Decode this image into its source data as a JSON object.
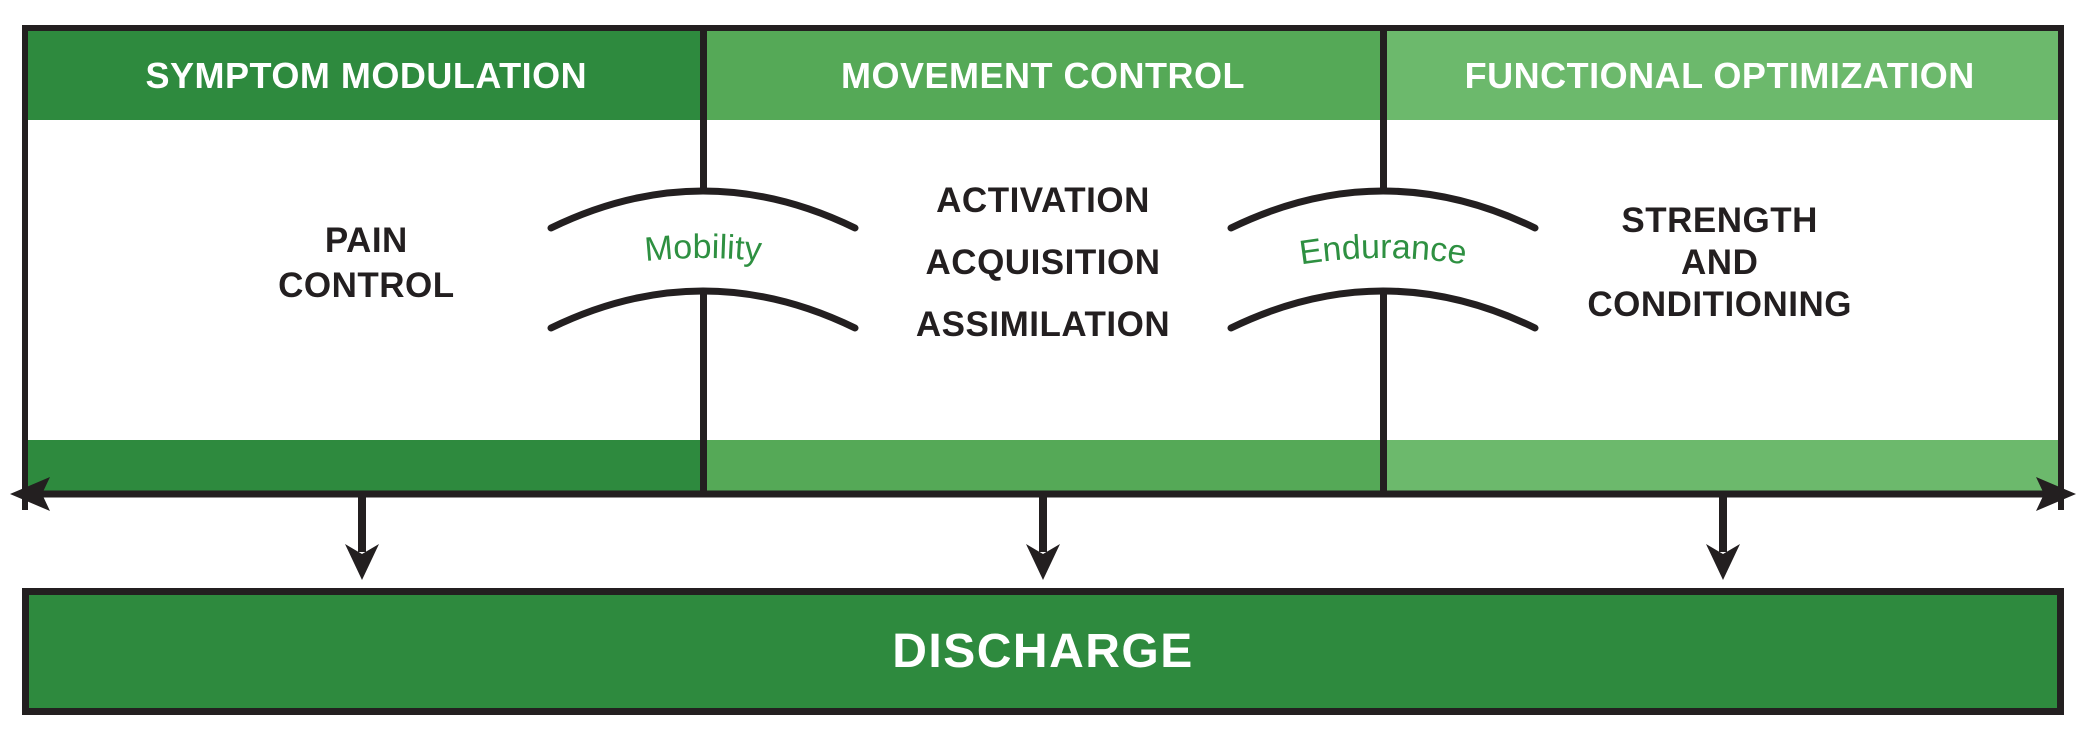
{
  "figure": {
    "title": "rehabilitation-phases-continuum",
    "panels": [
      {
        "header": "SYMPTOM MODULATION",
        "lines": [
          "PAIN",
          "CONTROL"
        ],
        "color": "#2e8a3e"
      },
      {
        "header": "MOVEMENT CONTROL",
        "lines": [
          "ACTIVATION",
          "ACQUISITION",
          "ASSIMILATION"
        ],
        "color": "#55a957"
      },
      {
        "header": "FUNCTIONAL OPTIMIZATION",
        "lines": [
          "STRENGTH",
          "AND",
          "CONDITIONING"
        ],
        "color": "#6cb96c"
      }
    ],
    "transitions": [
      {
        "label": "Mobility"
      },
      {
        "label": "Endurance"
      }
    ],
    "discharge": {
      "label": "DISCHARGE",
      "color": "#2e8a3e"
    },
    "colors": {
      "outline": "#231f20",
      "header_text": "#ffffff",
      "transition_label": "#2e9041",
      "phase1_green": "#2e8a3e",
      "phase2_green": "#55a957",
      "phase3_green": "#6cb96c"
    }
  }
}
